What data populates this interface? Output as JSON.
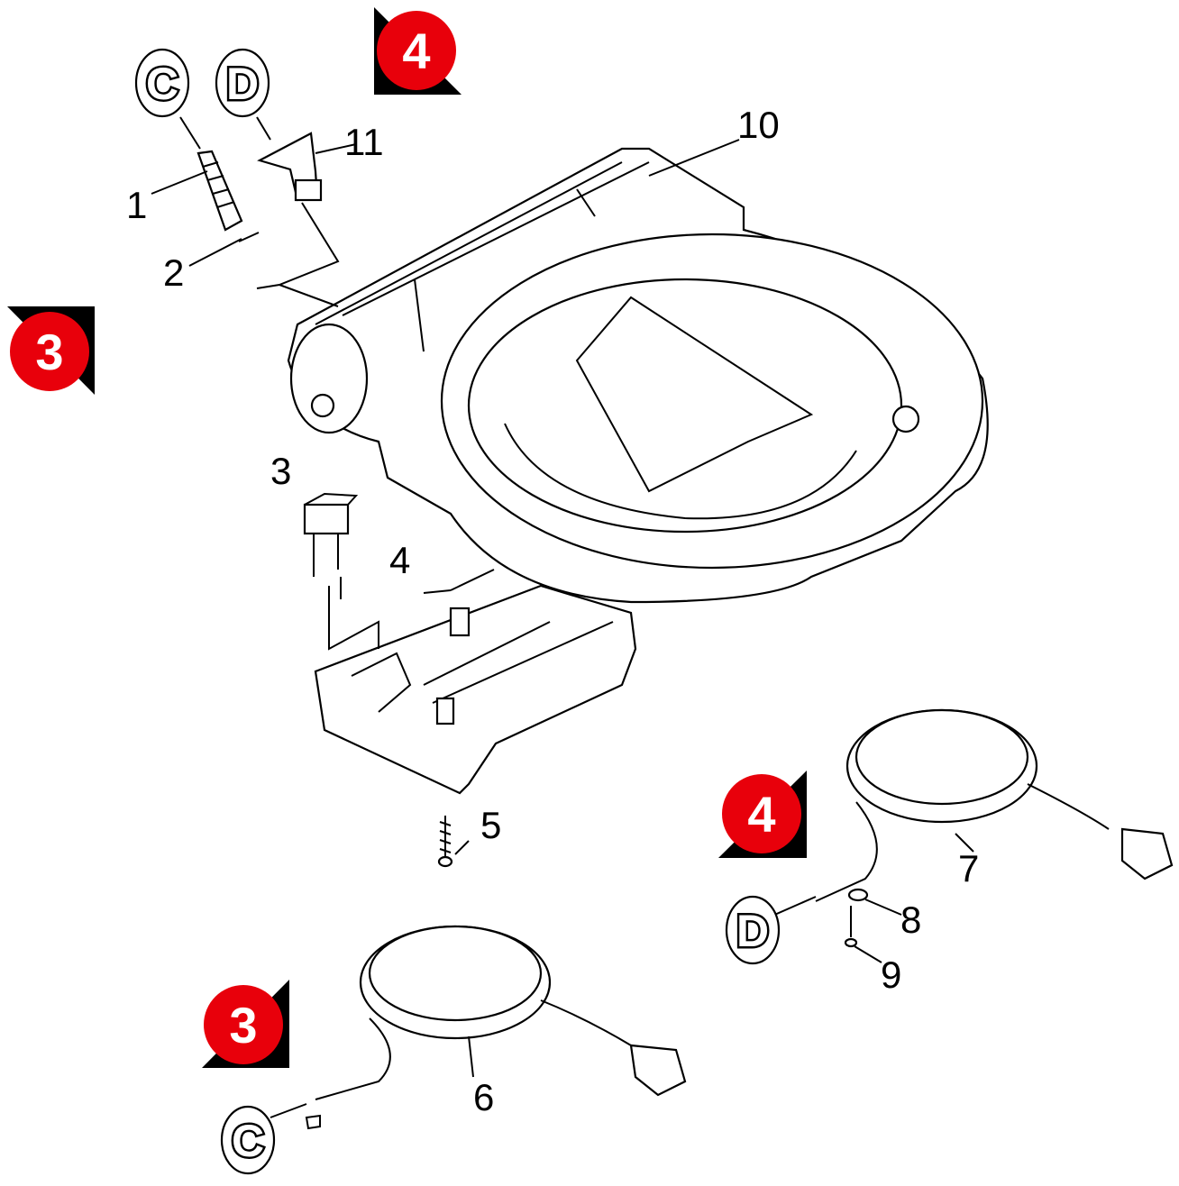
{
  "diagram": {
    "part_labels": [
      "1",
      "2",
      "3",
      "4",
      "5",
      "6",
      "7",
      "8",
      "9",
      "10",
      "11"
    ],
    "connector_markers": {
      "c_top": "C",
      "d_top": "D",
      "d_cable": "D",
      "c_cable": "C"
    },
    "section_badges": {
      "top": "4",
      "left": "3",
      "right": "4",
      "bottom": "3"
    },
    "colors": {
      "badge_fill": "#e8000b",
      "badge_corner": "#000000",
      "line": "#000000"
    }
  }
}
